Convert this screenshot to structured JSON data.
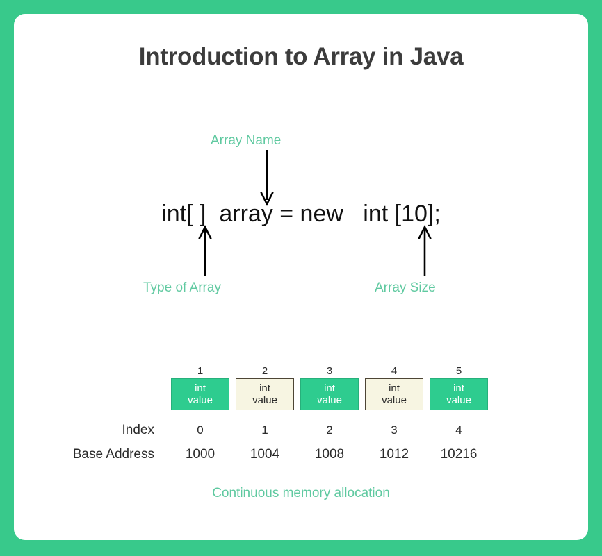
{
  "theme": {
    "page_background": "#38c98b",
    "card_background": "#ffffff",
    "title_color": "#3c3c3c",
    "accent_green": "#5fc9a0",
    "cell_green_fill": "#2ecc8f",
    "cell_green_border": "#27b07b",
    "cell_cream_fill": "#f7f5e2",
    "cell_cream_border": "#4d4535",
    "code_color": "#111111"
  },
  "page_title": "Introduction to Array in Java",
  "declaration": {
    "code": "int[ ]  array = new   int [10];",
    "callouts": {
      "array_name": "Array Name",
      "type_of_array": "Type of Array",
      "array_size": "Array Size"
    },
    "arrows": {
      "array_name_direction": "down-arrow-icon",
      "type_of_array_direction": "up-arrow-icon",
      "array_size_direction": "up-arrow-icon"
    }
  },
  "memory_diagram": {
    "caption": "Continuous memory allocation",
    "row_headings": {
      "index": "Index",
      "base_address": "Base Address"
    },
    "cell_numbers": [
      "1",
      "2",
      "3",
      "4",
      "5"
    ],
    "cells": [
      {
        "text_line1": "int",
        "text_line2": "value",
        "style": "green"
      },
      {
        "text_line1": "int",
        "text_line2": "value",
        "style": "cream"
      },
      {
        "text_line1": "int",
        "text_line2": "value",
        "style": "green"
      },
      {
        "text_line1": "int",
        "text_line2": "value",
        "style": "cream"
      },
      {
        "text_line1": "int",
        "text_line2": "value",
        "style": "green"
      }
    ],
    "indices": [
      "0",
      "1",
      "2",
      "3",
      "4"
    ],
    "base_addresses": [
      "1000",
      "1004",
      "1008",
      "1012",
      "10216"
    ]
  }
}
